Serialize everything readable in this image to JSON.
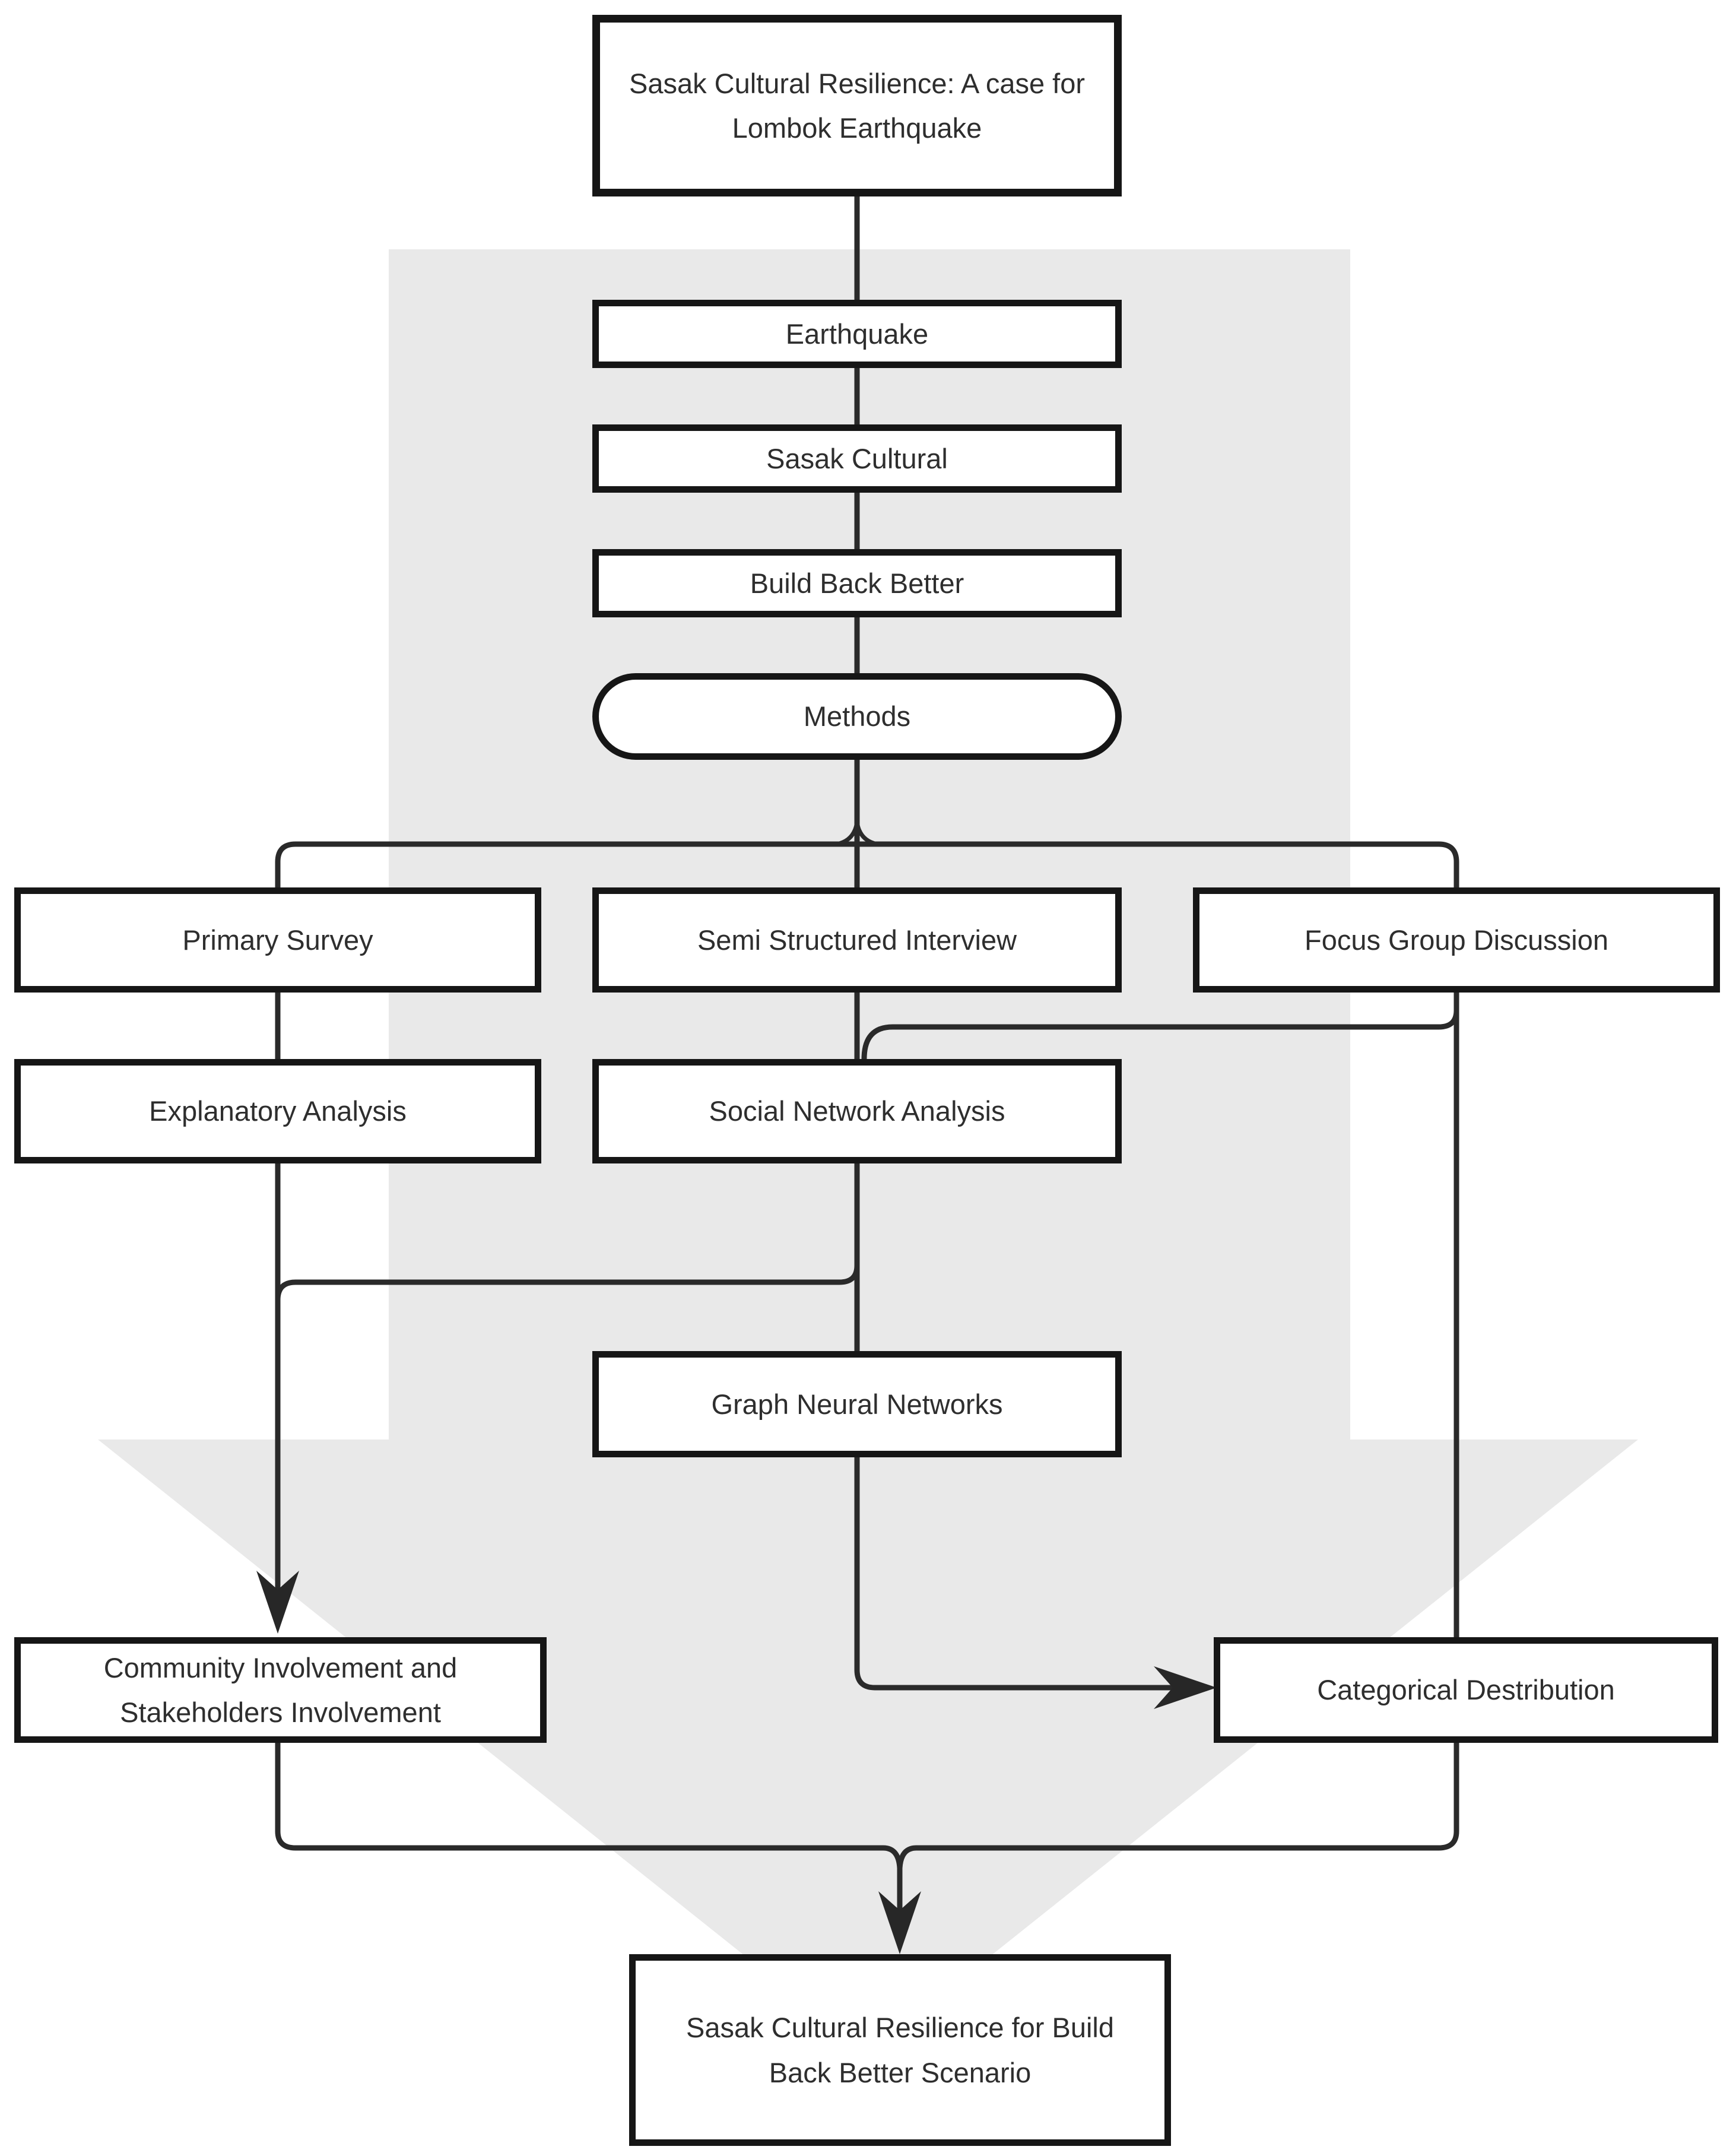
{
  "figure_type": "flowchart",
  "colors": {
    "box_fill": "#ffffff",
    "box_border": "#161616",
    "connector": "#2a2a2a",
    "background_arrow": "#e9e9e9",
    "text": "#2e2e2e"
  },
  "nodes": {
    "root": {
      "line1": "Sasak Cultural Resilience: A case for",
      "line2": "Lombok Earthquake"
    },
    "earthquake": {
      "label": "Earthquake"
    },
    "sasak_cultural": {
      "label": "Sasak Cultural"
    },
    "build_back_better": {
      "label": "Build Back Better"
    },
    "methods": {
      "label": "Methods"
    },
    "primary_survey": {
      "label": "Primary Survey"
    },
    "semi_structured_interview": {
      "label": "Semi Structured Interview"
    },
    "focus_group_discussion": {
      "label": "Focus Group Discussion"
    },
    "explanatory_analysis": {
      "label": "Explanatory Analysis"
    },
    "social_network_analysis": {
      "label": "Social Network Analysis"
    },
    "graph_neural_networks": {
      "label": "Graph Neural Networks"
    },
    "community_involvement": {
      "line1": "Community Involvement and",
      "line2": "Stakeholders Involvement"
    },
    "categorical_destribution": {
      "label": "Categorical Destribution"
    },
    "outcome": {
      "line1": "Sasak Cultural Resilience for Build",
      "line2": "Back Better Scenario"
    }
  },
  "edges": [
    {
      "from": "root",
      "to": "earthquake",
      "arrow": false
    },
    {
      "from": "earthquake",
      "to": "sasak_cultural",
      "arrow": false
    },
    {
      "from": "sasak_cultural",
      "to": "build_back_better",
      "arrow": false
    },
    {
      "from": "build_back_better",
      "to": "methods",
      "arrow": false
    },
    {
      "from": "methods",
      "to": "primary_survey",
      "arrow": false
    },
    {
      "from": "methods",
      "to": "semi_structured_interview",
      "arrow": false
    },
    {
      "from": "methods",
      "to": "focus_group_discussion",
      "arrow": false
    },
    {
      "from": "primary_survey",
      "to": "explanatory_analysis",
      "arrow": false
    },
    {
      "from": "semi_structured_interview",
      "to": "social_network_analysis",
      "arrow": false
    },
    {
      "from": "focus_group_discussion",
      "to": "social_network_analysis",
      "arrow": false
    },
    {
      "from": "focus_group_discussion",
      "to": "categorical_destribution",
      "arrow": false
    },
    {
      "from": "explanatory_analysis",
      "to": "community_involvement",
      "arrow": true
    },
    {
      "from": "social_network_analysis",
      "to": "community_involvement",
      "arrow": false
    },
    {
      "from": "social_network_analysis",
      "to": "graph_neural_networks",
      "arrow": false
    },
    {
      "from": "graph_neural_networks",
      "to": "categorical_destribution",
      "arrow": true
    },
    {
      "from": "community_involvement",
      "to": "outcome",
      "arrow": true
    },
    {
      "from": "categorical_destribution",
      "to": "outcome",
      "arrow": true
    }
  ]
}
